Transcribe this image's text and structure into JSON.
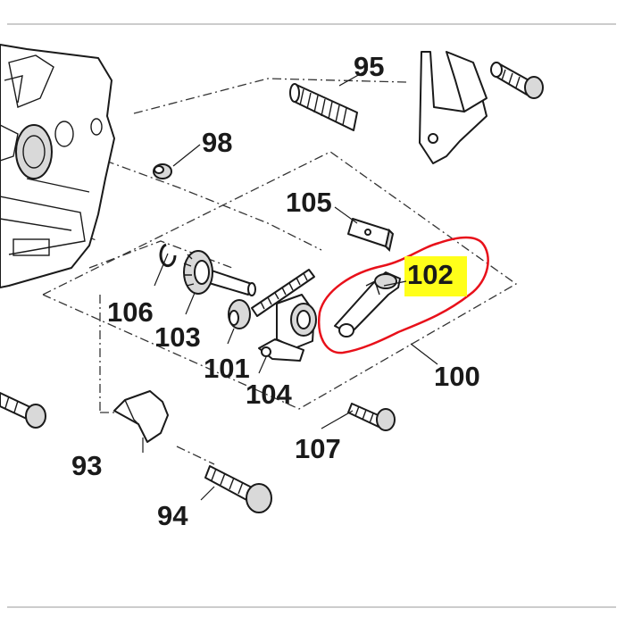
{
  "labels": {
    "p93": "93",
    "p94": "94",
    "p95": "95",
    "p98": "98",
    "p100": "100",
    "p101": "101",
    "p102": "102",
    "p103": "103",
    "p104": "104",
    "p105": "105",
    "p106": "106",
    "p107": "107"
  },
  "colors": {
    "highlight_fill": "#ffff1a",
    "highlight_outline": "#e8101a",
    "line": "#1a1a1a",
    "background": "#ffffff"
  },
  "highlighted_part": "102"
}
